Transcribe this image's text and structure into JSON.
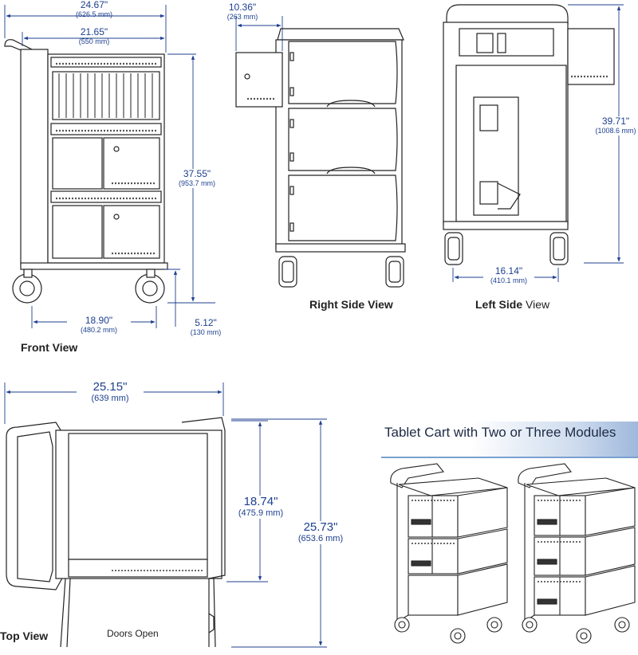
{
  "views": {
    "front": "Front View",
    "right_side": "Right Side View",
    "left_side_bold": "Left Side",
    "left_side_light": " View",
    "top": "Top View",
    "doors_open": "Doors Open"
  },
  "banner": {
    "title": "Tablet Cart with Two  or Three Modules"
  },
  "dimensions": {
    "front_total_width": {
      "in": "24.67\"",
      "mm": "(626.5 mm)"
    },
    "front_body_width": {
      "in": "21.65\"",
      "mm": "(550 mm)"
    },
    "front_height": {
      "in": "37.55\"",
      "mm": "(953.7 mm)"
    },
    "front_wheelbase": {
      "in": "18.90\"",
      "mm": "(480.2 mm)"
    },
    "front_clearance": {
      "in": "5.12\"",
      "mm": "(130 mm)"
    },
    "side_shelf_depth": {
      "in": "10.36\"",
      "mm": "(263 mm)"
    },
    "left_total_height": {
      "in": "39.71\"",
      "mm": "(1008.6 mm)"
    },
    "left_wheelbase": {
      "in": "16.14\"",
      "mm": "(410.1 mm)"
    },
    "top_width": {
      "in": "25.15\"",
      "mm": "(639 mm)"
    },
    "top_depth_closed": {
      "in": "18.74\"",
      "mm": "(475.9 mm)"
    },
    "top_depth_total": {
      "in": "25.73\"",
      "mm": "(653.6 mm)"
    }
  },
  "colors": {
    "dimension": "#1d3f8f",
    "line": "#222222",
    "banner_accent": "#9fb8dc"
  }
}
